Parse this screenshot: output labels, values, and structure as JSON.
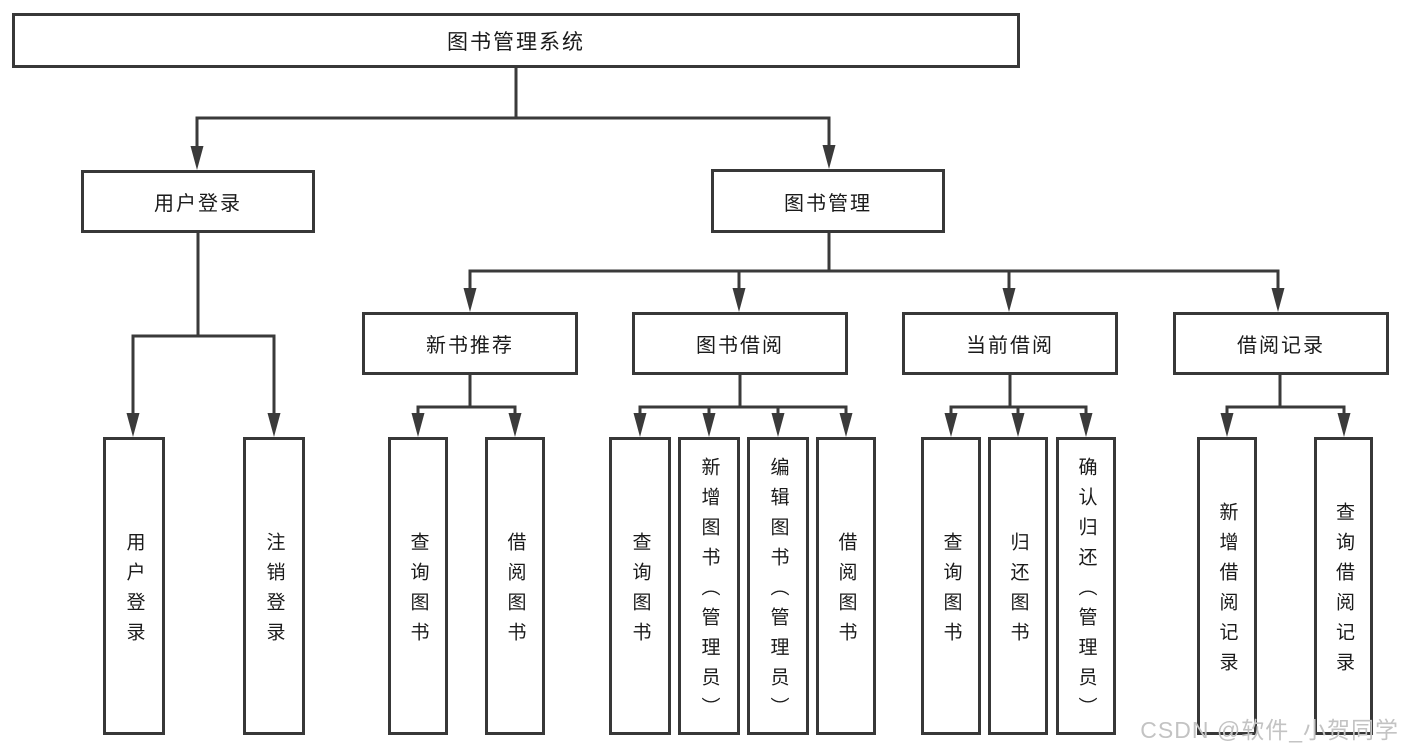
{
  "colors": {
    "line": "#3a3a3a",
    "box_border": "#383838",
    "text": "#1a1a1a",
    "background": "#ffffff",
    "watermark_text_color": "#c3c3c3"
  },
  "diagram": {
    "root": {
      "label": "图书管理系统"
    },
    "level2": {
      "user_login": "用户登录",
      "book_management": "图书管理"
    },
    "level3": {
      "new_book_recommend": "新书推荐",
      "book_borrow": "图书借阅",
      "current_borrow": "当前借阅",
      "borrow_records": "借阅记录"
    },
    "leaves": {
      "user_login": "用户登录",
      "logout": "注销登录",
      "nb_query_books": "查询图书",
      "nb_borrow_books": "借阅图书",
      "bb_query_books": "查询图书",
      "bb_add_books": "新增图书（管理员）",
      "bb_edit_books": "编辑图书（管理员）",
      "bb_borrow_books": "借阅图书",
      "cb_query_books": "查询图书",
      "cb_return_books": "归还图书",
      "cb_confirm_return": "确认归还（管理员）",
      "br_add_record": "新增借阅记录",
      "br_query_record": "查询借阅记录"
    }
  },
  "watermark": {
    "text": "CSDN @软件_小贺同学"
  }
}
